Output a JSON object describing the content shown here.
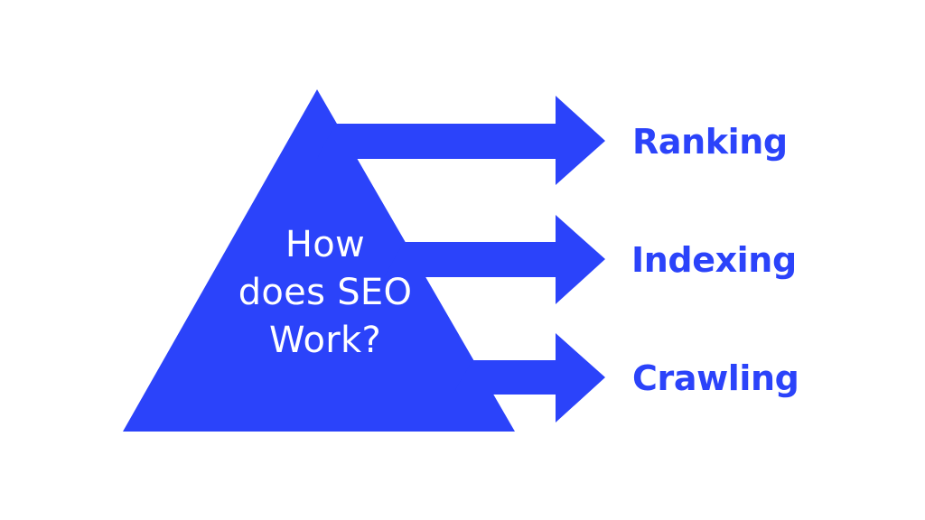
{
  "diagram": {
    "type": "funnel-process",
    "background_color": "#FFFFFF",
    "accent_color": "#2B43FA",
    "text_on_accent_color": "#FFFFFF",
    "funnel": {
      "name": "how-does-seo-work-triangle",
      "shape": "triangle",
      "text_lines": [
        "How",
        "does SEO",
        "Work?"
      ],
      "full_text": "How does SEO Work?"
    },
    "stages": [
      {
        "id": "ranking",
        "label": "Ranking",
        "order": 1,
        "arrow_direction": "right"
      },
      {
        "id": "indexing",
        "label": "Indexing",
        "order": 2,
        "arrow_direction": "right"
      },
      {
        "id": "crawling",
        "label": "Crawling",
        "order": 3,
        "arrow_direction": "right"
      }
    ]
  }
}
